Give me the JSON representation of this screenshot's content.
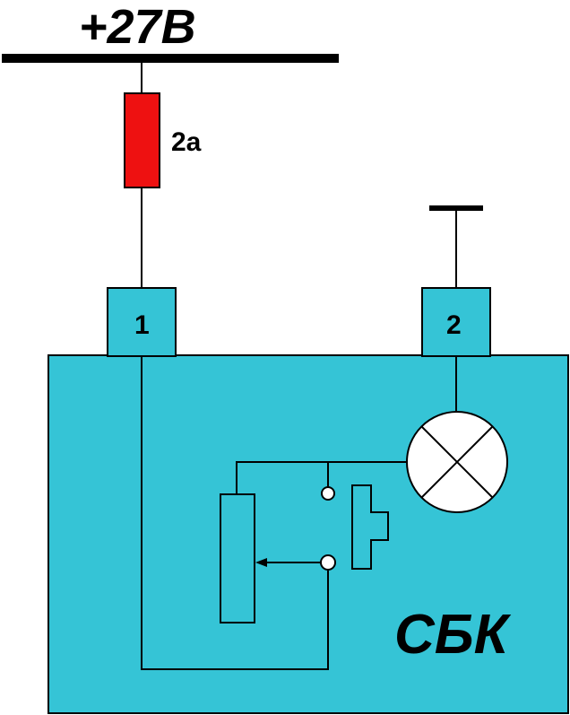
{
  "diagram": {
    "bus": {
      "label": "+27В"
    },
    "fuse": {
      "label": "2а"
    },
    "pins": [
      {
        "label": "1"
      },
      {
        "label": "2"
      }
    ],
    "unit": {
      "label": "СБК"
    }
  },
  "colors": {
    "unit_fill": "#35c4d6",
    "fuse_fill": "#ee1111",
    "lamp_fill": "#ffffff",
    "wire": "#000000",
    "text": "#000000"
  }
}
